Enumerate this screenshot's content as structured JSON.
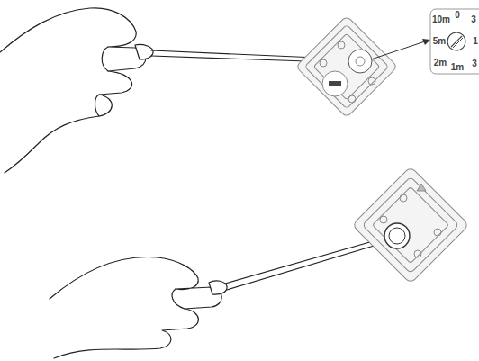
{
  "diagram": {
    "labels": [
      "10m",
      "0",
      "3",
      "5m",
      "1",
      "2m",
      "1m",
      "3"
    ]
  }
}
